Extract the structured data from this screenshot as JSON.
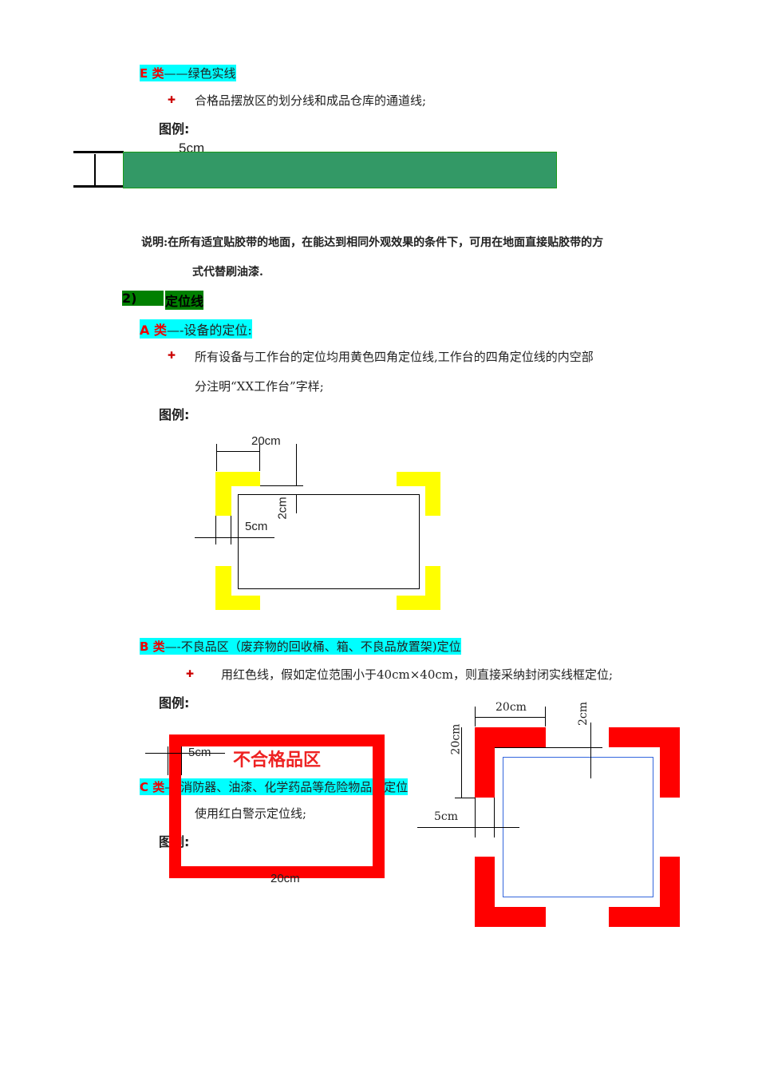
{
  "e_class": {
    "prefix": "E 类",
    "title": "——绿色实线",
    "bullet": "合格品摆放区的划分线和成品仓库的通道线;",
    "legend": "图例:",
    "dim": "5cm",
    "color": "#339966"
  },
  "note": {
    "line1": "说明:在所有适宜贴胶带的地面，在能达到相同外观效果的条件下，可用在地面直接贴胶带的方",
    "line2": "式代替刷油漆."
  },
  "section2": {
    "number": "2)",
    "title": "定位线"
  },
  "a_class": {
    "prefix": "A 类",
    "title": "—-设备的定位:",
    "bullet_line1": "所有设备与工作台的定位均用黄色四角定位线,工作台的四角定位线的内空部",
    "bullet_line2": "分注明“XX工作台”字样;",
    "legend": "图例:",
    "dim_width": "20cm",
    "dim_gap": "2cm",
    "dim_line": "5cm",
    "color": "#ffff00"
  },
  "b_class": {
    "prefix": "B 类",
    "title": "—-不良品区（废弃物的回收桶、箱、不良品放置架)定位",
    "bullet": "用红色线，假如定位范围小于40cm×40cm，则直接采纳封闭实线框定位;",
    "legend": "图例:",
    "box_label": "不合格品区",
    "dim_line": "5cm",
    "dim_width": "20cm",
    "corner_dim_width": "20cm",
    "corner_dim_height": "20cm",
    "corner_dim_gap": "2cm",
    "corner_dim_line": "5cm",
    "color": "#ff0000"
  },
  "c_class": {
    "prefix": "C 类",
    "title": "—-消防器、油漆、化学药品等危险物品的定位",
    "bullet": "使用红白警示定位线;",
    "legend": "图例:"
  }
}
